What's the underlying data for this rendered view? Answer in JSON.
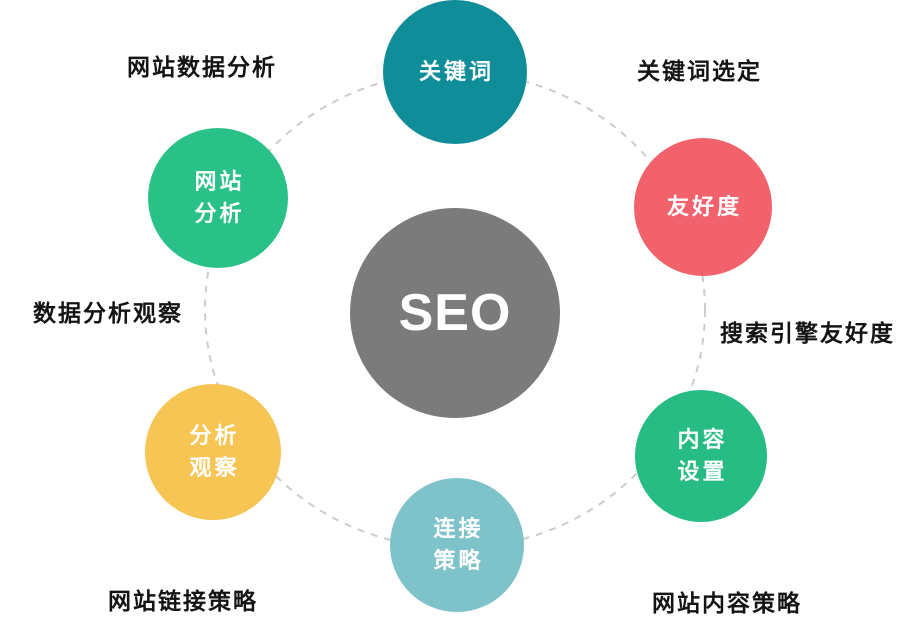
{
  "diagram": {
    "background_color": "#ffffff",
    "ring_color": "#cccccc",
    "center": {
      "label": "SEO",
      "color": "#7b7b7b",
      "text_color": "#ffffff"
    },
    "nodes": [
      {
        "id": "keywords",
        "lines": [
          "关键词"
        ],
        "color": "#0f8e99"
      },
      {
        "id": "site-analysis",
        "lines": [
          "网站",
          "分析"
        ],
        "color": "#2ac189"
      },
      {
        "id": "friendliness",
        "lines": [
          "友好度"
        ],
        "color": "#f2626c"
      },
      {
        "id": "analysis-observe",
        "lines": [
          "分析",
          "观察"
        ],
        "color": "#f6c553"
      },
      {
        "id": "content-setting",
        "lines": [
          "内容",
          "设置"
        ],
        "color": "#28bc85"
      },
      {
        "id": "link-strategy",
        "lines": [
          "连接",
          "策略"
        ],
        "color": "#7dc3c9"
      }
    ],
    "labels": [
      {
        "id": "site-data-analysis",
        "text": "网站数据分析"
      },
      {
        "id": "keyword-selection",
        "text": "关键词选定"
      },
      {
        "id": "data-analysis-observation",
        "text": "数据分析观察"
      },
      {
        "id": "search-engine-friendliness",
        "text": "搜索引擎友好度"
      },
      {
        "id": "site-link-strategy",
        "text": "网站链接策略"
      },
      {
        "id": "site-content-strategy",
        "text": "网站内容策略"
      }
    ]
  }
}
